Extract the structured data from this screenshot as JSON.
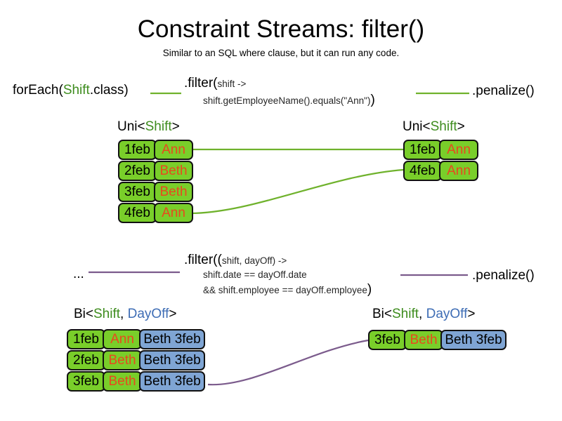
{
  "slide": {
    "title": "Constraint Streams: filter()",
    "subtitle": "Similar to an SQL where clause, but it can run any code.",
    "colors": {
      "fact_green": "#79CE2A",
      "fact_blue": "#7FA5D4",
      "employee_text": "#E8491E",
      "shift_token": "#3E8C1E",
      "dayoff_token": "#3E6DB5",
      "uni_wire": "#6FB22C",
      "bi_wire": "#7B5B8C"
    }
  },
  "uni_section": {
    "source_label": {
      "prefix": "forEach(",
      "type": "Shift",
      "suffix": ".class)"
    },
    "filter": {
      "line1": {
        "head": ".filter(",
        "param": "shift",
        "arrow": " ->"
      },
      "line2": {
        "param": "shift",
        "body": ".getEmployeeName().equals(\"Ann\")",
        "close": ")"
      }
    },
    "sink_label": ".penalize()",
    "input_caption": {
      "prefix": "Uni<",
      "type": "Shift",
      "suffix": ">"
    },
    "output_caption": {
      "prefix": "Uni<",
      "type": "Shift",
      "suffix": ">"
    },
    "input_rows": [
      {
        "date": "1feb",
        "employee": "Ann"
      },
      {
        "date": "2feb",
        "employee": "Beth"
      },
      {
        "date": "3feb",
        "employee": "Beth"
      },
      {
        "date": "4feb",
        "employee": "Ann"
      }
    ],
    "output_rows": [
      {
        "date": "1feb",
        "employee": "Ann"
      },
      {
        "date": "4feb",
        "employee": "Ann"
      }
    ]
  },
  "bi_section": {
    "source_label": "...",
    "filter": {
      "line1": {
        "head": ".filter((",
        "param1": "shift",
        "comma": ", ",
        "param2": "dayOff",
        "arrow": ") ->"
      },
      "line2": {
        "param1": "shift",
        "mid": ".date == ",
        "param2": "dayOff",
        "tail": ".date"
      },
      "line3": {
        "lead": "&& ",
        "param1": "shift",
        "mid": ".employee == ",
        "param2": "dayOff",
        "tail": ".employee",
        "close": ")"
      }
    },
    "sink_label": ".penalize()",
    "input_caption": {
      "prefix": "Bi<",
      "type1": "Shift",
      "comma": ", ",
      "type2": "DayOff",
      "suffix": ">"
    },
    "output_caption": {
      "prefix": "Bi<",
      "type1": "Shift",
      "comma": ", ",
      "type2": "DayOff",
      "suffix": ">"
    },
    "input_rows": [
      {
        "date": "1feb",
        "employee": "Ann",
        "dayoff": "Beth 3feb"
      },
      {
        "date": "2feb",
        "employee": "Beth",
        "dayoff": "Beth 3feb"
      },
      {
        "date": "3feb",
        "employee": "Beth",
        "dayoff": "Beth 3feb"
      }
    ],
    "output_rows": [
      {
        "date": "3feb",
        "employee": "Beth",
        "dayoff": "Beth 3feb"
      }
    ]
  }
}
